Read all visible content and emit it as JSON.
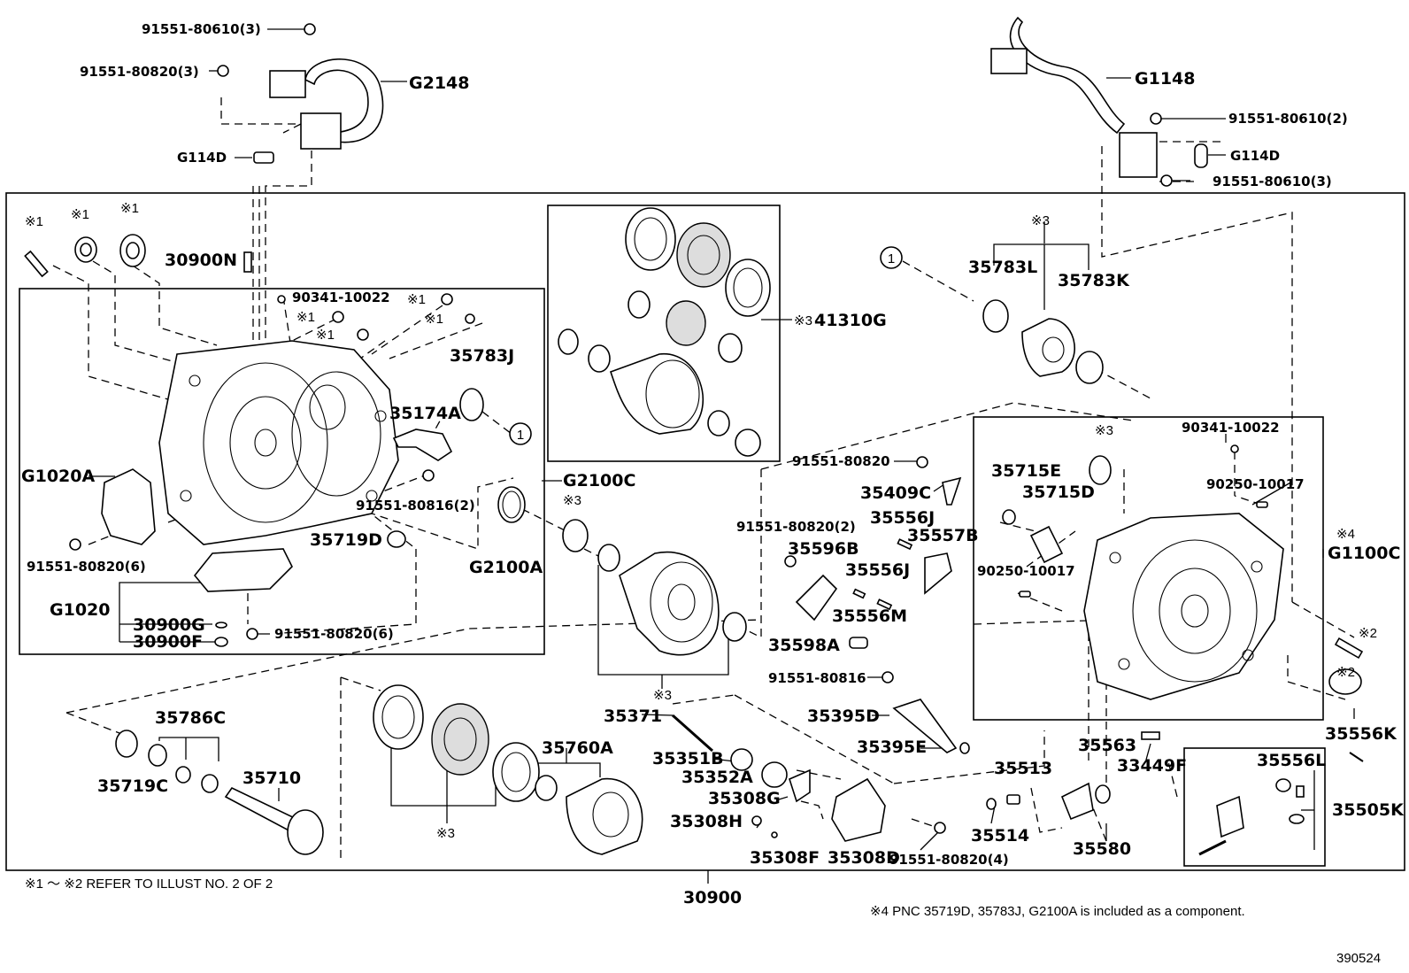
{
  "diagram_id": "390524",
  "main_assembly_label": "30900",
  "footnotes": {
    "refer_note": "※1 ～ ※2 REFER TO ILLUST NO. 2 OF 2",
    "component_note": "※4 PNC 35719D, 35783J, G2100A is included as a component."
  },
  "marks": {
    "m1": "※1",
    "m2": "※2",
    "m3": "※3",
    "m4": "※4",
    "circle_ref": "1"
  },
  "labels": {
    "p91551_80610_3_top": "91551-80610(3)",
    "p91551_80820_3": "91551-80820(3)",
    "g2148": "G2148",
    "g114d_left": "G114D",
    "g1148": "G1148",
    "p91551_80610_2": "91551-80610(2)",
    "g114d_right": "G114D",
    "p91551_80610_3_right": "91551-80610(3)",
    "p30900n": "30900N",
    "p90341_10022_left": "90341-10022",
    "p41310g": "41310G",
    "p35783l": "35783L",
    "p35783k": "35783K",
    "p35783j": "35783J",
    "p35174a": "35174A",
    "g1020a": "G1020A",
    "p91551_80816_2": "91551-80816(2)",
    "g2100c": "G2100C",
    "p35719d": "35719D",
    "g2100a": "G2100A",
    "p91551_80820_6_left": "91551-80820(6)",
    "g1020": "G1020",
    "p30900g": "30900G",
    "p30900f": "30900F",
    "p91551_80820_6_bottom": "91551-80820(6)",
    "p91551_80820": "91551-80820",
    "p35409c": "35409C",
    "p35556j_a": "35556J",
    "p91551_80820_2": "91551-80820(2)",
    "p35557b": "35557B",
    "p35596b": "35596B",
    "p35556j_b": "35556J",
    "p35556m": "35556M",
    "p35598a": "35598A",
    "p35715e": "35715E",
    "p35715d": "35715D",
    "p90341_10022_right": "90341-10022",
    "p90250_10017_a": "90250-10017",
    "p90250_10017_b": "90250-10017",
    "g1100c": "G1100C",
    "p91551_80816": "91551-80816",
    "p35395d": "35395D",
    "p35395e": "35395E",
    "p35786c": "35786C",
    "p35719c": "35719C",
    "p35710": "35710",
    "p35760a": "35760A",
    "p35371": "35371",
    "p35351b": "35351B",
    "p35352a": "35352A",
    "p35308g": "35308G",
    "p35308h": "35308H",
    "p35308f": "35308F",
    "p35308d": "35308D",
    "p91551_80820_4": "91551-80820(4)",
    "p35563": "35563",
    "p35513": "35513",
    "p35514": "35514",
    "p35580": "35580",
    "p33449f": "33449F",
    "p35556k": "35556K",
    "p35556l": "35556L",
    "p35505k": "35505K"
  }
}
